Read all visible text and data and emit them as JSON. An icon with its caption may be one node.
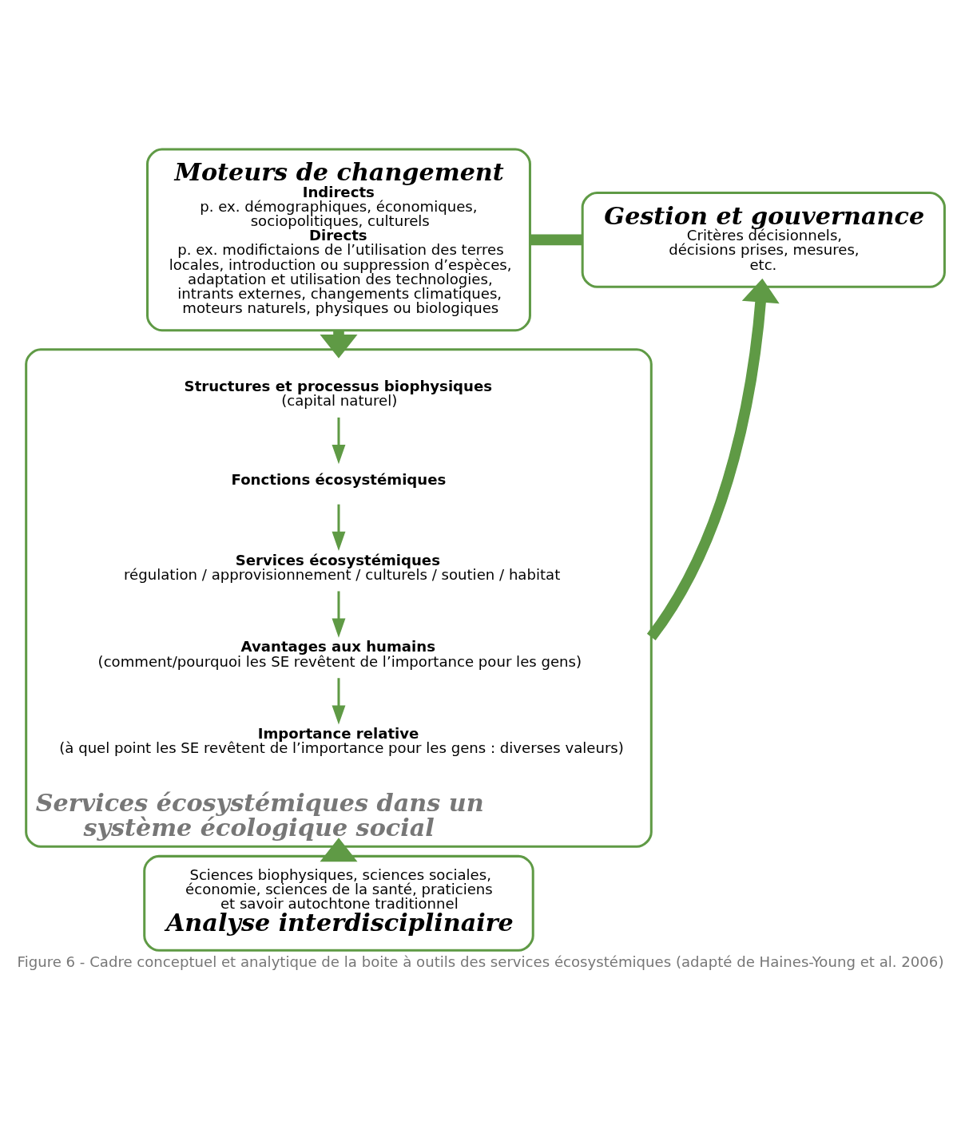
{
  "diagram": {
    "caption": "Figure 6 - Cadre conceptuel et analytique de la boite à outils des services écosystémiques (adapté de Haines-Young et al. 2006)",
    "nodes": [
      {
        "text": [
          "Moteurs de changement",
          "Indirects",
          "p. ex. démographiques, économiques, sociopolitiques, culturels",
          "Directs",
          "p. ex. modifictaions de l’utilisation des terres locales, introduction ou suppression d’espèces, adaptation et utilisation des technologies, intrants externes, changements climatiques, moteurs naturels, physiques ou biologiques"
        ]
      },
      {
        "text": [
          "Gestion et gouvernance",
          "Critères décisionnels, décisions prises, mesures, etc."
        ]
      },
      {
        "text": [
          "Services écosystémiques dans un système écologique social"
        ]
      },
      {
        "text": [
          "Structures et processus biophysiques",
          "(capital naturel)"
        ],
        "in": 2
      },
      {
        "text": [
          "Fonctions écosystémiques"
        ],
        "in": 2
      },
      {
        "text": [
          "Services écosystémiques",
          "régulation / approvisionnement / culturels / soutien / habitat"
        ],
        "in": 2
      },
      {
        "text": [
          "Avantages aux humains",
          "(comment/pourquoi les SE revêtent de l’importance pour les gens)"
        ],
        "in": 2
      },
      {
        "text": [
          "Importance relative",
          "(à quel point les SE revêtent de l’importance pour les gens : diverses valeurs)"
        ],
        "in": 2
      },
      {
        "text": [
          "Sciences biophysiques, sciences sociales, économie, sciences de la santé, praticiens et savoir autochtone traditionnel",
          "Analyse interdisciplinaire"
        ]
      }
    ],
    "edges": [
      {
        "from": 0,
        "to": 1,
        "arrow": "none",
        "style": "thick"
      },
      {
        "from": 0,
        "to": 2,
        "arrow": "to",
        "style": "thick"
      },
      {
        "from": 2,
        "to": 1,
        "arrow": "to",
        "style": "thick"
      },
      {
        "from": 3,
        "to": 4,
        "arrow": "to"
      },
      {
        "from": 4,
        "to": 5,
        "arrow": "to"
      },
      {
        "from": 5,
        "to": 6,
        "arrow": "to"
      },
      {
        "from": 6,
        "to": 7,
        "arrow": "to"
      },
      {
        "from": 8,
        "to": 2,
        "arrow": "to",
        "style": "thick"
      }
    ]
  }
}
